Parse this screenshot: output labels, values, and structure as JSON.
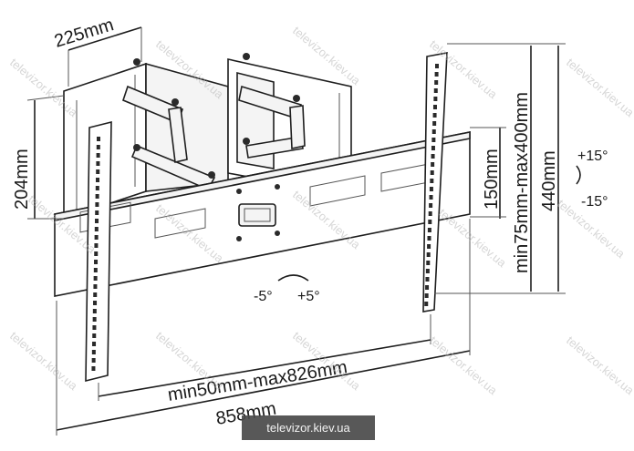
{
  "dimensions": {
    "arm_depth": "225mm",
    "wall_plate_height": "204mm",
    "rail_spacing_range": "min75mm-max400mm",
    "vertical_spacing": "150mm",
    "bracket_height": "440mm",
    "horizontal_spacing_range": "min50mm-max826mm",
    "total_width": "858mm"
  },
  "tilt": {
    "up": "+15°",
    "down": "-15°"
  },
  "swivel": {
    "left": "-5°",
    "right": "+5°"
  },
  "watermark": "televizor.kiev.ua",
  "banner": "televizor.kiev.ua"
}
